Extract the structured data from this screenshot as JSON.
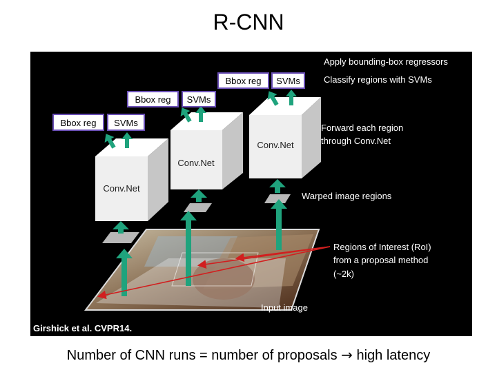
{
  "title": "R-CNN",
  "caption": {
    "text_before": "Number of CNN runs = number of proposals",
    "arrow": "→",
    "text_after": "high latency"
  },
  "diagram": {
    "convnet_label": "Conv.Net",
    "bbox_label": "Bbox reg",
    "svm_label": "SVMs",
    "annotations": {
      "apply": "Apply bounding-box regressors",
      "classify": "Classify regions with SVMs",
      "forward_1": "Forward each region",
      "forward_2": "through Conv.Net",
      "warped": "Warped image regions",
      "roi_1": "Regions of Interest (RoI)",
      "roi_2": "from a proposal method",
      "roi_3": "(~2k)",
      "input": "Input image"
    },
    "citation": "Girshick et al. CVPR14."
  },
  "colors": {
    "arrow": "#1fa37d",
    "box_border": "#6a4fb6",
    "red_line": "#d11f1f",
    "cube_front": "#efefef",
    "cube_top": "#ffffff",
    "cube_side": "#c6c6c6"
  }
}
